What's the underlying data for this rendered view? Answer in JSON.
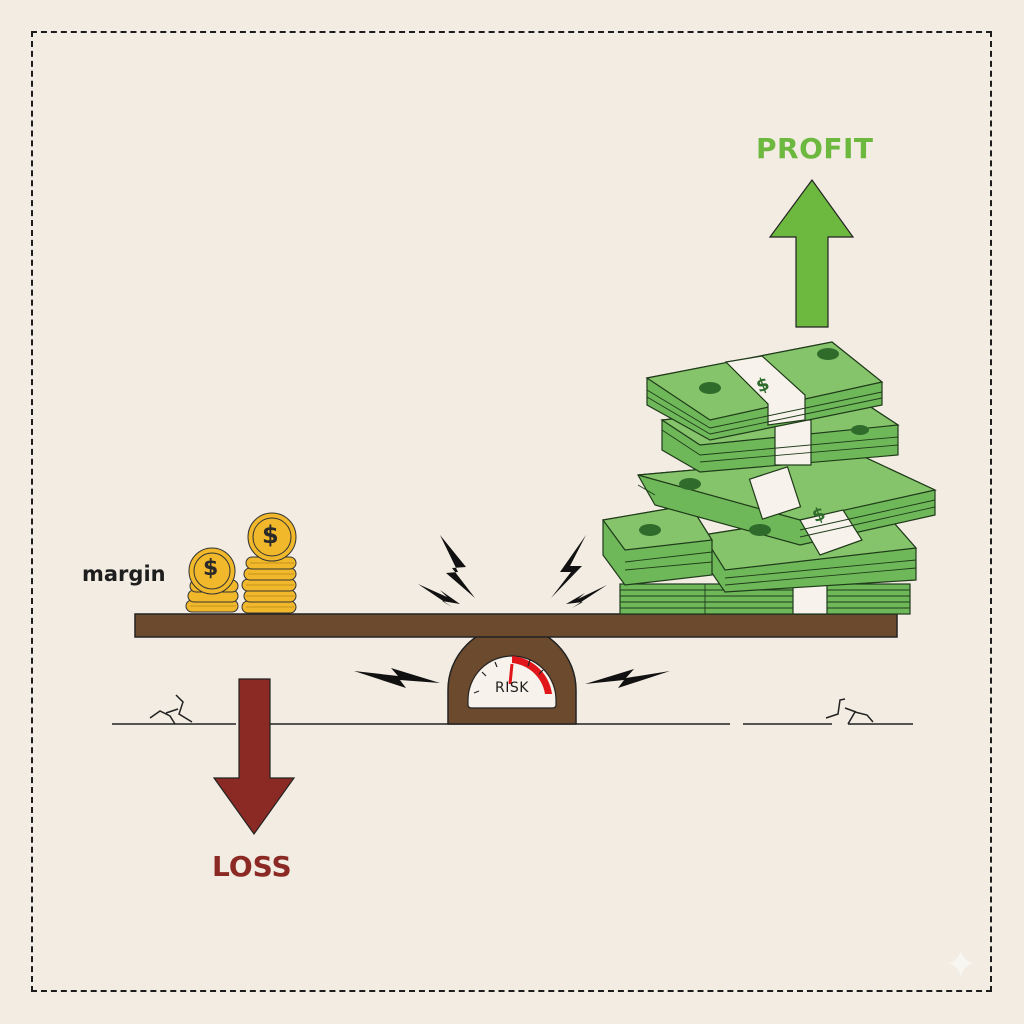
{
  "diagram": {
    "title": "Leverage seesaw: margin vs. profit and loss",
    "labels": {
      "profit": "PROFIT",
      "loss": "LOSS",
      "margin": "margin",
      "risk": "RISK"
    },
    "elements": {
      "left_side": "gold coin stacks ($) labeled margin",
      "right_side": "stacked green banknote bundles ($)",
      "fulcrum": "brown semicircle with risk gauge, needle near red zone",
      "arrows": [
        {
          "direction": "up",
          "label": "PROFIT",
          "color": "#6db83f"
        },
        {
          "direction": "down",
          "label": "LOSS",
          "color": "#8b2a24"
        }
      ],
      "effects": [
        "lightning bolts around fulcrum",
        "cracks in ground line"
      ]
    },
    "colors": {
      "background": "#f2ece2",
      "plank": "#6b4a2e",
      "profit": "#6db83f",
      "loss": "#8b2a24",
      "coin": "#f0b82a",
      "cash": "#6fb85a",
      "cash_dark": "#2f6b2a",
      "risk_red": "#e0161b"
    },
    "watermark_icon": "sparkle-icon"
  }
}
